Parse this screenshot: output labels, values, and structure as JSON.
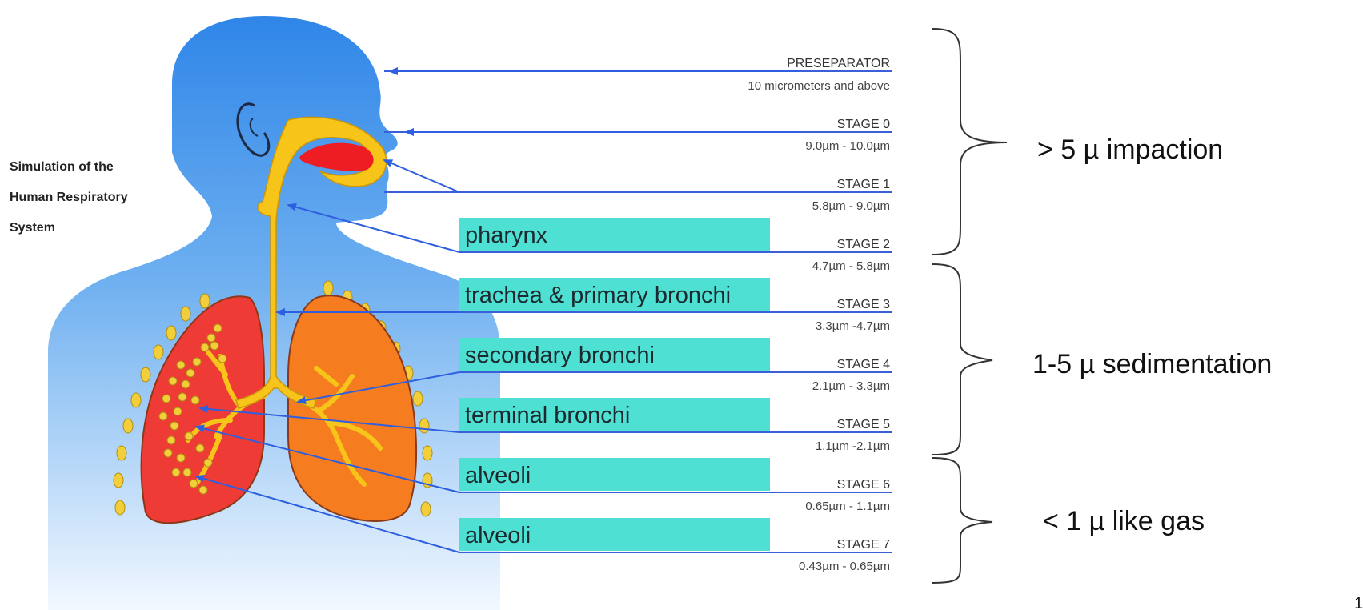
{
  "title": {
    "lines": [
      "Simulation of the",
      "Human Respiratory",
      "System"
    ]
  },
  "stages": [
    {
      "name": "PRESEPARATOR",
      "range": "10 micrometers and above"
    },
    {
      "name": "STAGE 0",
      "range": "9.0µm - 10.0µm"
    },
    {
      "name": "STAGE 1",
      "range": "5.8µm - 9.0µm"
    },
    {
      "name": "STAGE 2",
      "range": "4.7µm - 5.8µm"
    },
    {
      "name": "STAGE 3",
      "range": "3.3µm -4.7µm"
    },
    {
      "name": "STAGE 4",
      "range": "2.1µm - 3.3µm"
    },
    {
      "name": "STAGE 5",
      "range": "1.1µm -2.1µm"
    },
    {
      "name": "STAGE 6",
      "range": "0.65µm - 1.1µm"
    },
    {
      "name": "STAGE 7",
      "range": "0.43µm - 0.65µm"
    }
  ],
  "regions": [
    "pharynx",
    "trachea & primary bronchi",
    "secondary bronchi",
    "terminal bronchi",
    "alveoli",
    "alveoli"
  ],
  "groups": [
    "> 5 µ impaction",
    "1-5 µ sedimentation",
    "< 1 µ like gas"
  ],
  "page_number": "1",
  "colors": {
    "body_top": "#2f86e8",
    "body_bottom": "#f2f8ff",
    "airway": "#f7c51a",
    "nasal": "#ee1c23",
    "lung_left": "#ee3b36",
    "lung_right": "#f57c1f",
    "alveoli_dots": "#f2cf3a",
    "region_box": "#4ee0d2",
    "arrow": "#2e5fe0",
    "rule": "#3b5fd9"
  }
}
